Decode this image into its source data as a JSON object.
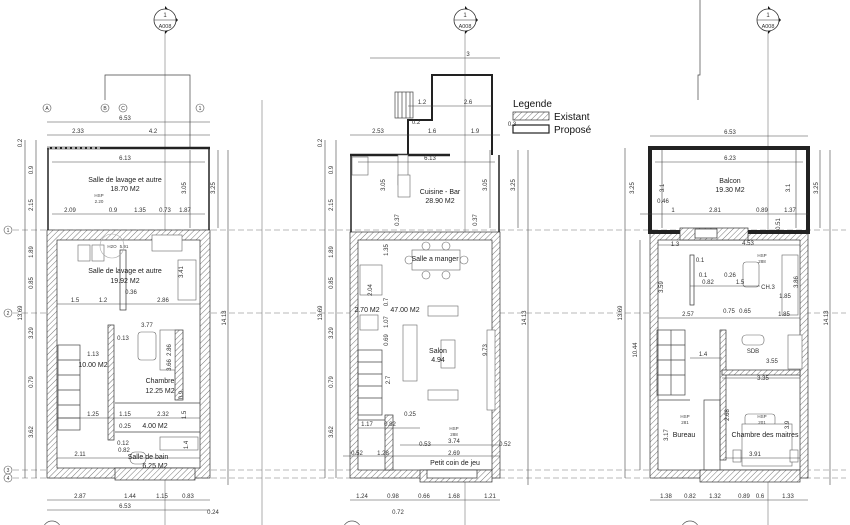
{
  "section_markers": [
    {
      "number": "1",
      "sheet": "A008"
    },
    {
      "number": "1",
      "sheet": "A008"
    },
    {
      "number": "1",
      "sheet": "A008"
    }
  ],
  "grid_axes": [
    "A",
    "B",
    "C",
    "1",
    "2",
    "3",
    "4"
  ],
  "legend": {
    "title": "Legende",
    "items": [
      {
        "label": "Existant",
        "pattern": "hatched"
      },
      {
        "label": "Proposé",
        "pattern": "outline"
      }
    ]
  },
  "colors": {
    "wall_existing": "#333333",
    "wall_proposed": "#222222",
    "background": "#ffffff"
  },
  "plans": {
    "left": {
      "labels": [
        "Salle de lavage et autre",
        "18.70 M2",
        "HSP",
        "2.20",
        "Salle de lavage et autre",
        "19.92 M2",
        "10.00 M2",
        "Chambre",
        "12.25 M2",
        "4.00 M2",
        "Salle de bain",
        "6.25 M2",
        "H2O",
        "5.91",
        "3.77",
        "6.53",
        "2.33",
        "4.2",
        "6.13",
        "2.09",
        "0.9",
        "1.35",
        "0.73",
        "1.87",
        "1.5",
        "1.2",
        "0.36",
        "2.86",
        "1.13",
        "0.13",
        "1.25",
        "1.15",
        "2.32",
        "0.25",
        "0.12",
        "0.82",
        "2.11",
        "2.87",
        "1.44",
        "1.15",
        "0.83",
        "6.53",
        "0.24",
        "0.2",
        "0.9",
        "2.15",
        "1.89",
        "0.85",
        "3.29",
        "0.79",
        "3.62",
        "13.69",
        "3.05",
        "3.25",
        "14.13",
        "3.41",
        "2.86",
        "3.66",
        "0.9",
        "1.5",
        "1.4"
      ]
    },
    "middle": {
      "labels": [
        "Cuisine - Bar",
        "28.90 M2",
        "Salle a manger",
        "2.70 M2",
        "47.00 M2",
        "Salon",
        "4.94",
        "HSP",
        "288",
        "3.74",
        "Petit coin de jeu",
        "3",
        "1.2",
        "2.6",
        "0.2",
        "2.53",
        "1.6",
        "1.9",
        "0.3",
        "6.13",
        "0.37",
        "0.37",
        "1.35",
        "2.04",
        "0.7",
        "1.07",
        "0.69",
        "2.7",
        "9.73",
        "1.17",
        "0.82",
        "0.25",
        "0.53",
        "2.69",
        "0.52",
        "0.52",
        "1.28",
        "1.24",
        "0.98",
        "0.66",
        "1.68",
        "1.21",
        "0.72",
        "0.2",
        "0.9",
        "2.15",
        "1.89",
        "0.85",
        "3.29",
        "0.79",
        "3.62",
        "13.69",
        "3.05",
        "3.05",
        "3.25",
        "14.13"
      ]
    },
    "right": {
      "labels": [
        "Balcon",
        "19.30 M2",
        "HSP",
        "288",
        "CH.3",
        "SDB",
        "HSP",
        "281",
        "Bureau",
        "HSP",
        "201",
        "Chambre des maitres",
        "6.53",
        "6.23",
        "3.1",
        "3.1",
        "3.25",
        "3.25",
        "0.46",
        "1",
        "2.81",
        "0.89",
        "1.37",
        "0.51",
        "1.3",
        "4.53",
        "0.1",
        "0.1",
        "0.26",
        "0.82",
        "1.5",
        "1.85",
        "2.57",
        "0.75",
        "0.65",
        "1.85",
        "3.86",
        "1.4",
        "3.35",
        "3.55",
        "3.17",
        "2.68",
        "3.91",
        "3.9",
        "3.59",
        "1.38",
        "0.82",
        "1.32",
        "0.89",
        "0.6",
        "1.33",
        "13.69",
        "10.44",
        "14.13"
      ]
    }
  }
}
